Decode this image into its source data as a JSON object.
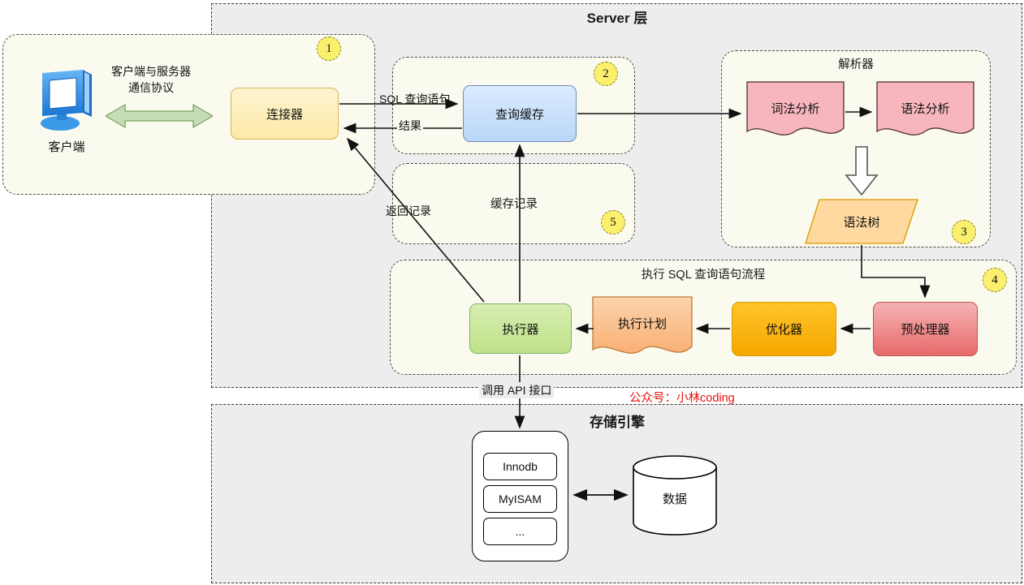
{
  "regions": {
    "server": {
      "title": "Server 层"
    },
    "storage": {
      "title": "存储引擎"
    }
  },
  "groups": {
    "client": {
      "badge": "1"
    },
    "query_cache": {
      "badge": "2"
    },
    "parser": {
      "title": "解析器",
      "badge": "3"
    },
    "exec_flow": {
      "title": "执行 SQL 查询语句流程",
      "badge": "4"
    },
    "cache_record": {
      "title": "缓存记录",
      "badge": "5"
    }
  },
  "nodes": {
    "client_icon_label": "客户端",
    "connector": "连接器",
    "query_cache": "查询缓存",
    "lexical": "词法分析",
    "syntax": "语法分析",
    "syntax_tree": "语法树",
    "preprocessor": "预处理器",
    "optimizer": "优化器",
    "exec_plan": "执行计划",
    "executor": "执行器",
    "innodb": "Innodb",
    "myisam": "MyISAM",
    "more": "...",
    "data": "数据"
  },
  "edge_labels": {
    "protocol_line1": "客户端与服务器",
    "protocol_line2": "通信协议",
    "sql_query": "SQL 查询语句",
    "result": "结果",
    "return_record": "返回记录",
    "call_api": "调用 API 接口"
  },
  "watermark": "公众号：小林coding",
  "colors": {
    "region_bg": "#ededed",
    "group_bg": "#fbfaef",
    "badge": "#faf06e",
    "connector": "#fdeaa8",
    "query_cache": "#b9d7f7",
    "parser_doc": "#f7b6bd",
    "syntax_tree": "#ffd9a0",
    "preprocessor": "#e8696b",
    "optimizer": "#f5a800",
    "exec_plan": "#f9bb7d",
    "executor": "#bfe28a",
    "watermark": "#e8110f",
    "protocol_arrow": "#c6dcb5"
  }
}
